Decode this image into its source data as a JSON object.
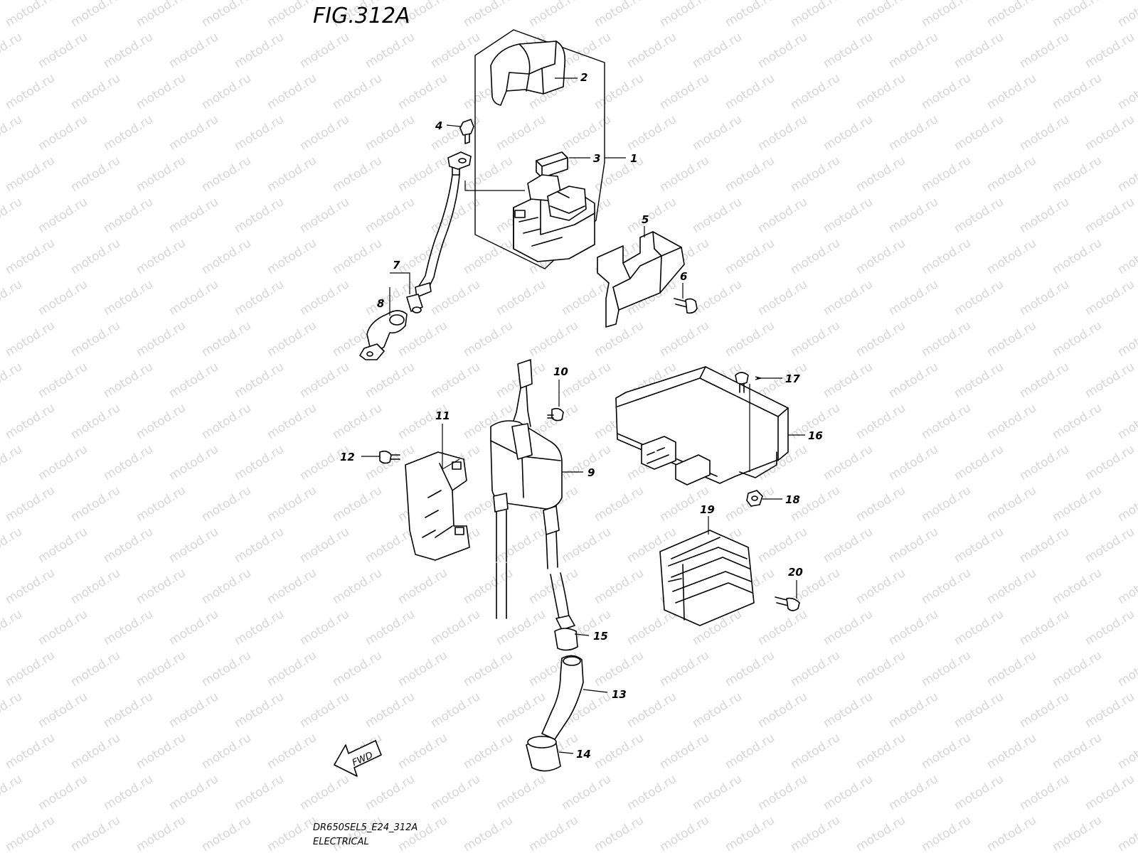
{
  "figure": {
    "title": "FIG.312A",
    "model_code": "DR650SEL5_E24_312A",
    "section": "ELECTRICAL",
    "fwd_label": "FWD",
    "watermark": "motod.ru"
  },
  "callouts": [
    "1",
    "2",
    "3",
    "4",
    "5",
    "6",
    "7",
    "8",
    "9",
    "10",
    "11",
    "12",
    "13",
    "14",
    "15",
    "16",
    "17",
    "18",
    "19",
    "20"
  ],
  "parts": [
    {
      "id": "starter-relay-assembly",
      "ref": "1"
    },
    {
      "id": "relay-cover",
      "ref": "2"
    },
    {
      "id": "fuse",
      "ref": "3"
    },
    {
      "id": "terminal-bolt",
      "ref": "4"
    },
    {
      "id": "relay-bracket",
      "ref": "5"
    },
    {
      "id": "bracket-bolt",
      "ref": "6"
    },
    {
      "id": "battery-lead",
      "ref": "7"
    },
    {
      "id": "terminal-boot",
      "ref": "8"
    },
    {
      "id": "ignition-coil",
      "ref": "9"
    },
    {
      "id": "coil-screw",
      "ref": "10"
    },
    {
      "id": "coil-bracket",
      "ref": "11"
    },
    {
      "id": "bracket-screw",
      "ref": "12"
    },
    {
      "id": "plug-cap",
      "ref": "13"
    },
    {
      "id": "plug-cap-seal",
      "ref": "14"
    },
    {
      "id": "lead-seal",
      "ref": "15"
    },
    {
      "id": "ecm-unit",
      "ref": "16"
    },
    {
      "id": "ecm-bolt",
      "ref": "17"
    },
    {
      "id": "ecm-nut",
      "ref": "18"
    },
    {
      "id": "regulator-rectifier",
      "ref": "19"
    },
    {
      "id": "regulator-bolt",
      "ref": "20"
    }
  ]
}
